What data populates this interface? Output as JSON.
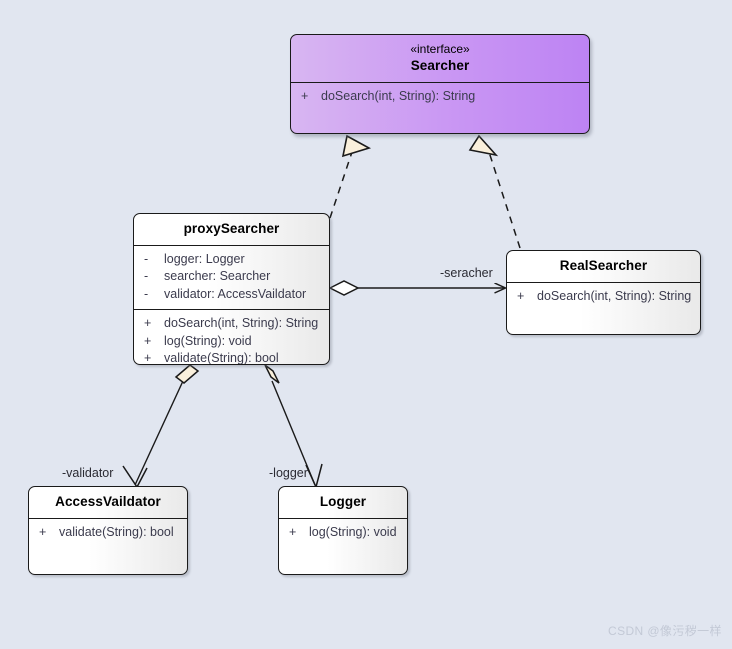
{
  "diagram": {
    "title": "Proxy pattern UML class diagram",
    "background_color": "#e1e6f0",
    "interface_fill_left": "#d8b6f2",
    "interface_fill_right": "#bd83f3",
    "class_fill": "#ffffff",
    "border_color": "#1a1a1a",
    "arrowhead_fill": "#faf0dc"
  },
  "classes": {
    "searcher": {
      "stereotype": "«interface»",
      "name": "Searcher",
      "attributes": [],
      "operations": [
        {
          "visibility": "+",
          "signature": "doSearch(int, String): String"
        }
      ]
    },
    "proxy_searcher": {
      "stereotype": "",
      "name": "proxySearcher",
      "attributes": [
        {
          "visibility": "-",
          "signature": "logger: Logger"
        },
        {
          "visibility": "-",
          "signature": "searcher: Searcher"
        },
        {
          "visibility": "-",
          "signature": "validator: AccessVaildator"
        }
      ],
      "operations": [
        {
          "visibility": "+",
          "signature": "doSearch(int, String): String"
        },
        {
          "visibility": "+",
          "signature": "log(String): void"
        },
        {
          "visibility": "+",
          "signature": "validate(String): bool"
        }
      ]
    },
    "real_searcher": {
      "stereotype": "",
      "name": "RealSearcher",
      "attributes": [],
      "operations": [
        {
          "visibility": "+",
          "signature": "doSearch(int, String): String"
        }
      ]
    },
    "access_vaildator": {
      "stereotype": "",
      "name": "AccessVaildator",
      "attributes": [],
      "operations": [
        {
          "visibility": "+",
          "signature": "validate(String): bool"
        }
      ]
    },
    "logger": {
      "stereotype": "",
      "name": "Logger",
      "attributes": [],
      "operations": [
        {
          "visibility": "+",
          "signature": "log(String): void"
        }
      ]
    }
  },
  "relationships": [
    {
      "id": "proxy-implements-searcher",
      "type": "realization",
      "from": "proxySearcher",
      "to": "Searcher",
      "label": ""
    },
    {
      "id": "real-implements-searcher",
      "type": "realization",
      "from": "RealSearcher",
      "to": "Searcher",
      "label": ""
    },
    {
      "id": "proxy-aggregates-real",
      "type": "aggregation",
      "from": "proxySearcher",
      "to": "RealSearcher",
      "label": "-seracher"
    },
    {
      "id": "proxy-aggregates-validator",
      "type": "aggregation",
      "from": "proxySearcher",
      "to": "AccessVaildator",
      "label": "-validator"
    },
    {
      "id": "proxy-aggregates-logger",
      "type": "aggregation",
      "from": "proxySearcher",
      "to": "Logger",
      "label": "-logger"
    }
  ],
  "watermark": {
    "text": "CSDN @像污秽一样"
  }
}
